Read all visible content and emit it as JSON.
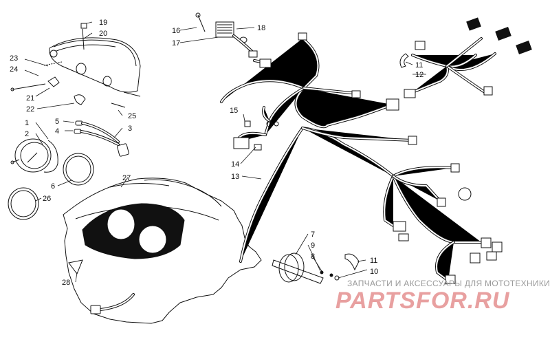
{
  "callouts": {
    "c1": "1",
    "c2": "2",
    "c3": "3",
    "c4": "4",
    "c5": "5",
    "c6": "6",
    "c7": "7",
    "c8": "8",
    "c9": "9",
    "c10": "10",
    "c11a": "11",
    "c11b": "11",
    "c12": "12",
    "c13": "13",
    "c14": "14",
    "c15": "15",
    "c16": "16",
    "c17": "17",
    "c18": "18",
    "c19": "19",
    "c20": "20",
    "c21": "21",
    "c22": "22",
    "c23": "23",
    "c24": "24",
    "c25": "25",
    "c26": "26",
    "c27": "27",
    "c28": "28"
  },
  "watermark": {
    "tagline": "ЗАПЧАСТИ И АКСЕССУАРЫ ДЛЯ МОТОТЕХНИКИ",
    "logo": "PARTSFOR.RU",
    "logo_color": "#e8a0a0",
    "tagline_color": "#9a9a9a"
  }
}
